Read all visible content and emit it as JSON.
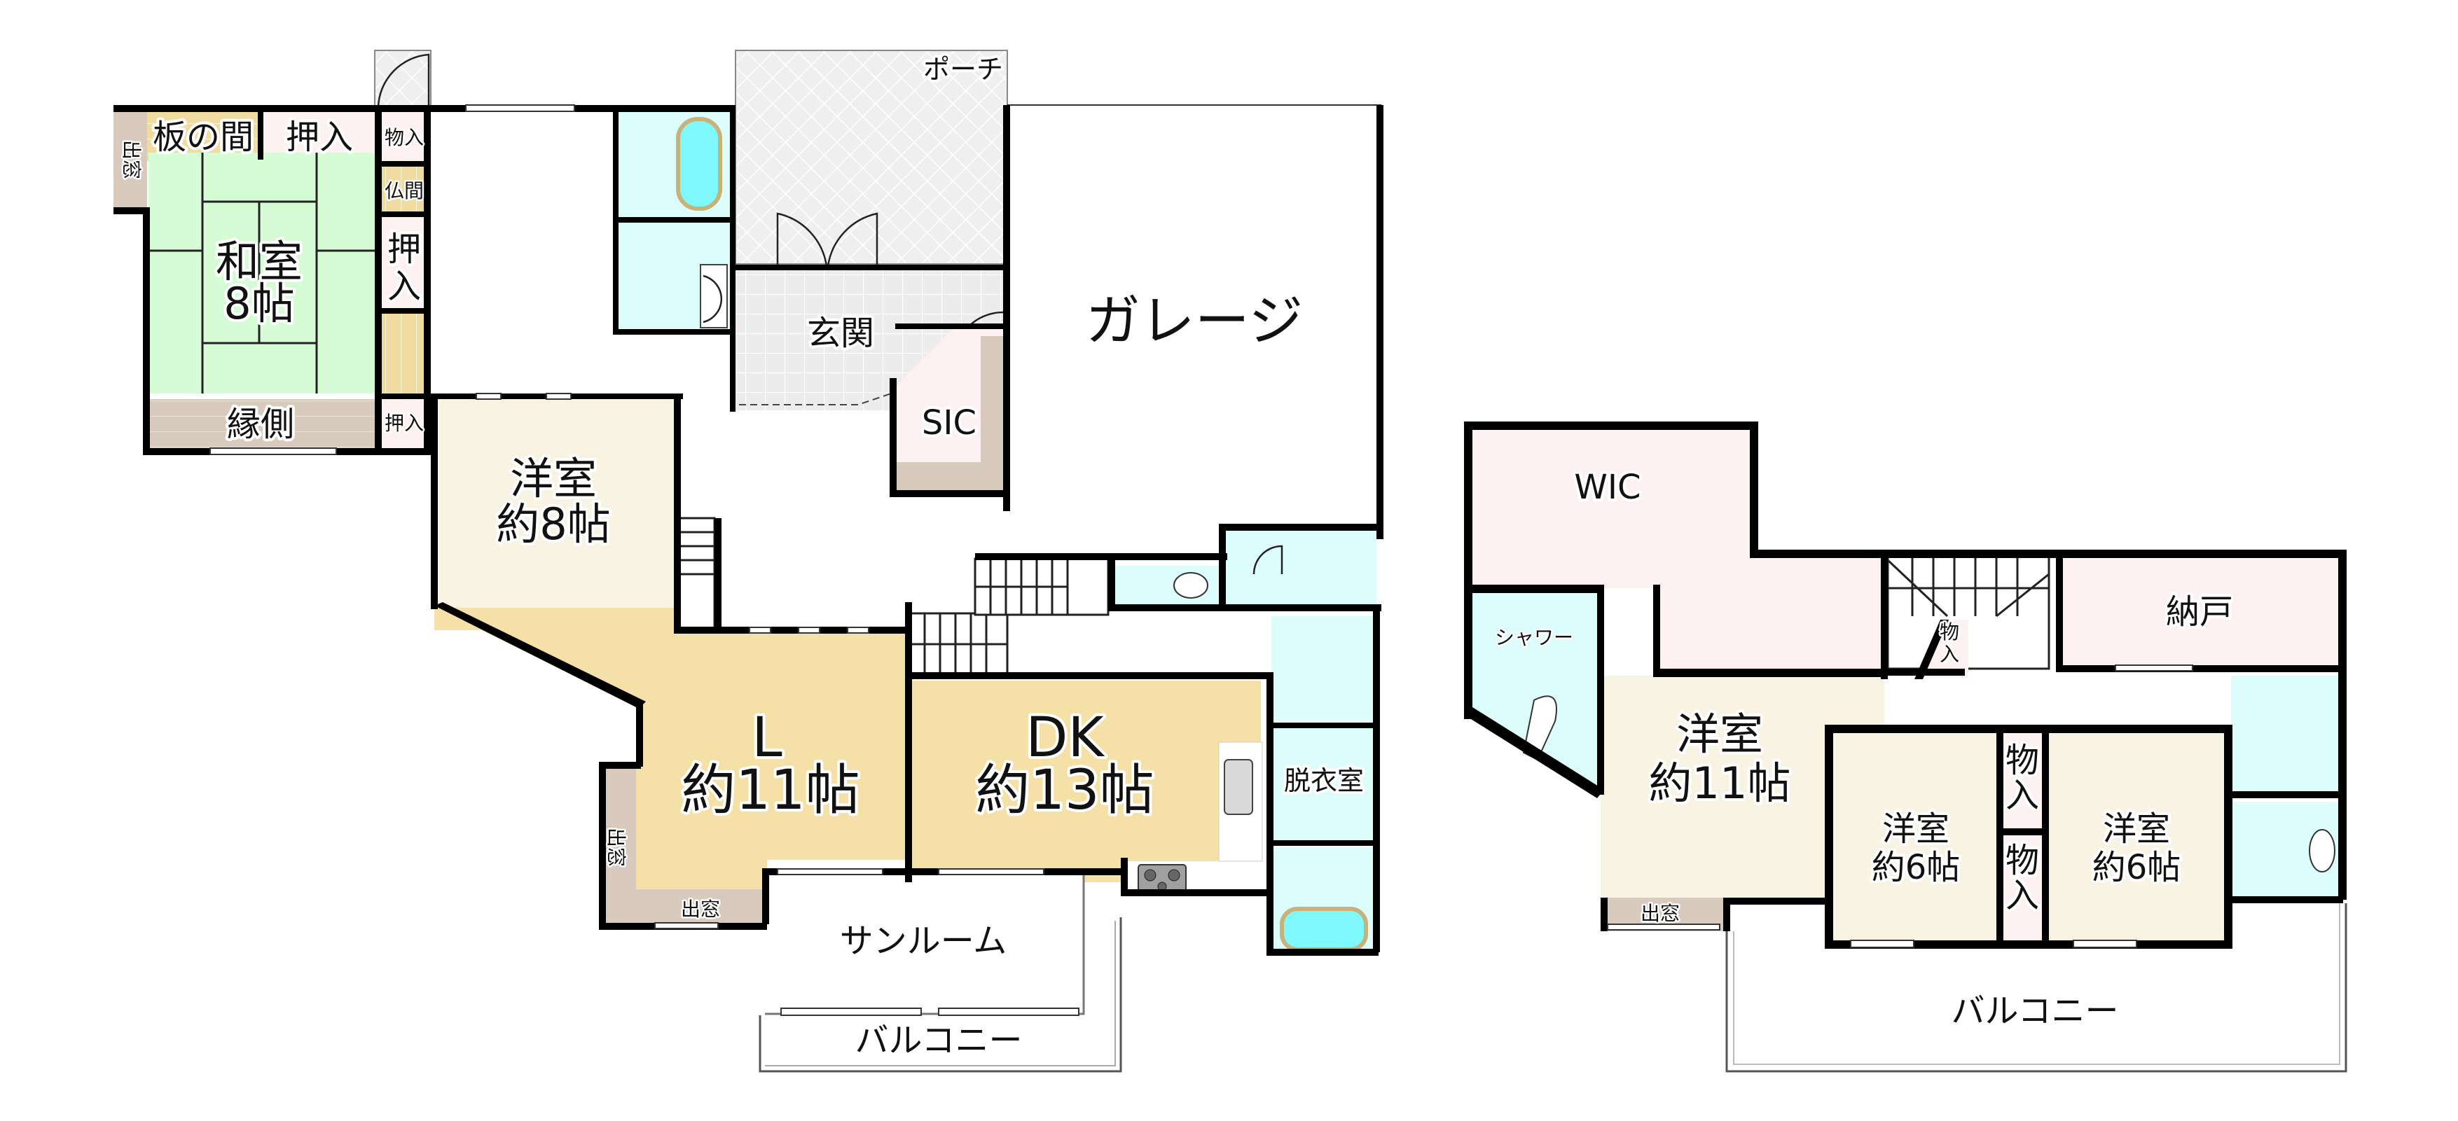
{
  "colors": {
    "wall": "#000000",
    "tatami": "#d6fcd6",
    "wood_floor": "#f0dca0",
    "closet": "#fdf1f1",
    "wet_area": "#ddfcfc",
    "western_room": "#f9f3e3",
    "living": "#f5e1a7",
    "bay_window": "#d8cabd",
    "tile": "#ececec",
    "porch": "#efefef",
    "bathtub": "#7ff8fc"
  },
  "floor1": {
    "rooms": [
      {
        "id": "itanoma",
        "label": "板の間"
      },
      {
        "id": "oshiire_top",
        "label": "押入"
      },
      {
        "id": "monoire_top",
        "label": "物入"
      },
      {
        "id": "butsuma",
        "label": "仏間"
      },
      {
        "id": "washitsu",
        "label": "和室",
        "size": "8帖"
      },
      {
        "id": "oshiire_side",
        "label": "押",
        "label2": "入"
      },
      {
        "id": "engawa",
        "label": "縁側"
      },
      {
        "id": "oshiire_small",
        "label": "押入"
      },
      {
        "id": "demado_left",
        "label": "出窓"
      },
      {
        "id": "yoshitsu8",
        "label": "洋室",
        "size": "約8帖"
      },
      {
        "id": "genkan",
        "label": "玄関"
      },
      {
        "id": "porch",
        "label": "ポーチ"
      },
      {
        "id": "sic",
        "label": "SIC"
      },
      {
        "id": "garage",
        "label": "ガレージ"
      },
      {
        "id": "living",
        "label": "L",
        "size": "約11帖"
      },
      {
        "id": "dk",
        "label": "DK",
        "size": "約13帖"
      },
      {
        "id": "datsuijo",
        "label": "脱衣室"
      },
      {
        "id": "demado_l_side",
        "label": "出窓"
      },
      {
        "id": "demado_l_bottom",
        "label": "出窓"
      },
      {
        "id": "sunroom",
        "label": "サンルーム"
      },
      {
        "id": "balcony1",
        "label": "バルコニー"
      }
    ]
  },
  "floor2": {
    "rooms": [
      {
        "id": "wic",
        "label": "WIC"
      },
      {
        "id": "shower",
        "label": "シャワー"
      },
      {
        "id": "yoshitsu11",
        "label": "洋室",
        "size": "約11帖"
      },
      {
        "id": "monoire_stair",
        "label": "物",
        "label2": "入"
      },
      {
        "id": "nando",
        "label": "納戸"
      },
      {
        "id": "yoshitsu6a",
        "label": "洋室",
        "size": "約6帖"
      },
      {
        "id": "monoire_a",
        "label": "物",
        "label2": "入"
      },
      {
        "id": "monoire_b",
        "label": "物",
        "label2": "入"
      },
      {
        "id": "yoshitsu6b",
        "label": "洋室",
        "size": "約6帖"
      },
      {
        "id": "demado2",
        "label": "出窓"
      },
      {
        "id": "balcony2",
        "label": "バルコニー"
      }
    ]
  }
}
